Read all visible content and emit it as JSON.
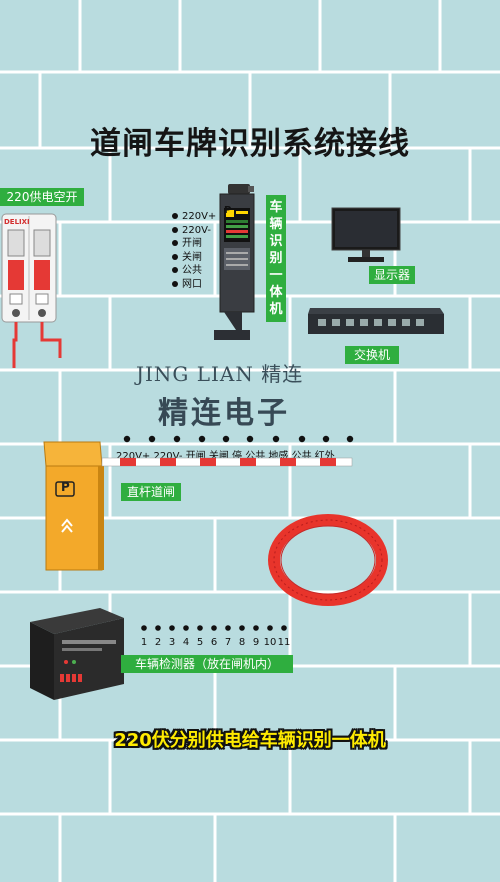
{
  "title": "道闸车牌识别系统接线",
  "breaker": {
    "label": "220供电空开",
    "brand": "DELIXI"
  },
  "lpr_unit": {
    "label": "车辆识别一体机",
    "terminals": [
      "220V+",
      "220V-",
      "开闸",
      "关闸",
      "公共",
      "网口"
    ],
    "sign": "P"
  },
  "monitor": {
    "label": "显示器"
  },
  "switch": {
    "label": "交换机"
  },
  "watermark": {
    "line1": "JING LIAN 精连",
    "line2": "精连电子"
  },
  "barrier": {
    "label": "直杆道闸",
    "terminals": [
      "220V+",
      "220V-",
      "开闸",
      "关闸",
      "停",
      "公共",
      "地感",
      "公共",
      "红外"
    ],
    "sign": "P"
  },
  "detector": {
    "label": "车辆检测器（放在闸机内）",
    "pins": [
      "1",
      "2",
      "3",
      "4",
      "5",
      "6",
      "7",
      "8",
      "9",
      "10",
      "11"
    ]
  },
  "caption": "220伏分别供电给车辆识别一体机",
  "colors": {
    "wall": "#b9dcdf",
    "mortar": "#ffffff",
    "tag": "#2fae3f",
    "barrier": "#f3a92a",
    "cable": "#e8342b",
    "caption": "#ffeb00"
  }
}
